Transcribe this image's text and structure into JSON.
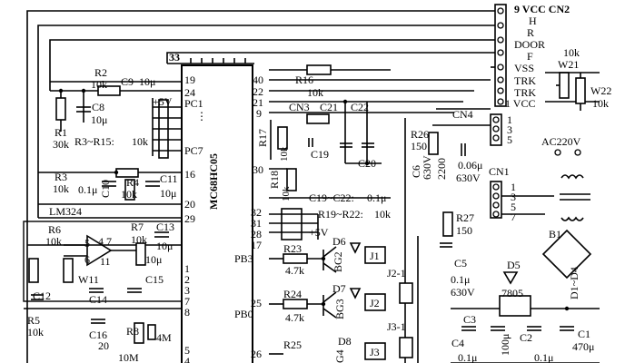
{
  "mcu": {
    "name": "MC68HC05",
    "pin_top": "33",
    "pins_left": [
      "19",
      "24",
      "16",
      "20",
      "29",
      "1",
      "2",
      "3",
      "7",
      "8",
      "5",
      "4"
    ],
    "pins_right": [
      "40",
      "22",
      "21",
      "9",
      "30",
      "32",
      "31",
      "28",
      "17",
      "25",
      "26"
    ],
    "port_labels": [
      "PC1",
      "PC7",
      "PB3",
      "PB0"
    ]
  },
  "connector_cn2": {
    "title": "9 VCC CN2",
    "pins": [
      "H",
      "R",
      "DOOR",
      "F",
      "VSS",
      "TRK",
      "TRK",
      "1 VCC"
    ]
  },
  "w21": {
    "label": "W21",
    "value": "10k"
  },
  "w22": {
    "label": "W22",
    "value": "10k"
  },
  "resistors": {
    "r2": {
      "label": "R2",
      "value": "10k"
    },
    "r1": {
      "label": "R1",
      "value": "30k"
    },
    "r3_15": {
      "label": "R3~R15:",
      "value": "10k"
    },
    "r16": {
      "label": "R16",
      "value": "10k"
    },
    "r17": {
      "label": "R17",
      "value": "10k"
    },
    "r18": {
      "label": "R18",
      "value": "10k"
    },
    "r3": {
      "label": "R3",
      "value": "10k"
    },
    "r4": {
      "label": "R4",
      "value": "10k"
    },
    "r6": {
      "label": "R6",
      "value": "10k"
    },
    "r7": {
      "label": "R7",
      "value": "10k"
    },
    "r5": {
      "label": "R5",
      "value": "10k"
    },
    "r8": {
      "label": "R8",
      "value": "4M"
    },
    "r19_22": {
      "label": "R19~R22:",
      "value": "10k"
    },
    "r23": {
      "label": "R23",
      "value": "4.7k"
    },
    "r24": {
      "label": "R24",
      "value": "4.7k"
    },
    "r25": {
      "label": "R25"
    },
    "r26": {
      "label": "R26",
      "value": "150"
    },
    "r27": {
      "label": "R27",
      "value": "150"
    }
  },
  "capacitors": {
    "c9": {
      "label": "C9",
      "value": "10μ"
    },
    "c8": {
      "label": "C8",
      "value": "10μ"
    },
    "c10": {
      "label": "C10",
      "value": "0.1μ"
    },
    "c11": {
      "label": "C11",
      "value": "10μ"
    },
    "c13": {
      "label": "C13",
      "value": "10μ"
    },
    "c12": {
      "label": "C12"
    },
    "c14": {
      "label": "C14"
    },
    "c15": {
      "label": "C15"
    },
    "c16": {
      "label": "C16",
      "value": "20"
    },
    "c21": {
      "label": "C21"
    },
    "c22": {
      "label": "C22"
    },
    "c19": {
      "label": "C19"
    },
    "c20": {
      "label": "C20"
    },
    "c19_22": {
      "label": "C19~C22:",
      "value": "0.1μ"
    },
    "c6": {
      "label": "C6",
      "value": "630V"
    },
    "c6b": {
      "value": "2200"
    },
    "c_mid": {
      "value": "0.06μ",
      "voltage": "630V"
    },
    "c5": {
      "label": "C5"
    },
    "c_ac": {
      "value": "0.1μ",
      "voltage": "630V"
    },
    "c3": {
      "label": "C3"
    },
    "c4": {
      "label": "C4",
      "value": "0.1μ"
    },
    "c2": {
      "label": "C2",
      "value": "0.1μ",
      "extra": "100μ"
    },
    "c1": {
      "label": "C1",
      "value": "470μ"
    }
  },
  "misc": {
    "vcc5": "+5V",
    "vcc5b": "+5V",
    "lm324": "LM324",
    "w11": "W11",
    "crystal": "10M",
    "cn3": "CN3",
    "cn4": "CN4",
    "cn1": "CN1",
    "ac": "AC220V",
    "b1": "B1",
    "d1_4": "D1~D4",
    "d5": "D5",
    "reg": "7805",
    "bg2": "BG2",
    "bg3": "BG3",
    "bg4": "G4",
    "d6": "D6",
    "d7": "D7",
    "d8": "D8",
    "j1": "J1",
    "j2": "J2",
    "j3": "J3",
    "j21": "J2-1",
    "j31": "J3-1",
    "op_pins": [
      "5",
      "4",
      "7",
      "6",
      "11"
    ],
    "cn4_pins": [
      "1",
      "3",
      "5"
    ],
    "cn1_pins": [
      "1",
      "3",
      "5",
      "7"
    ],
    "dots": "⋮"
  }
}
